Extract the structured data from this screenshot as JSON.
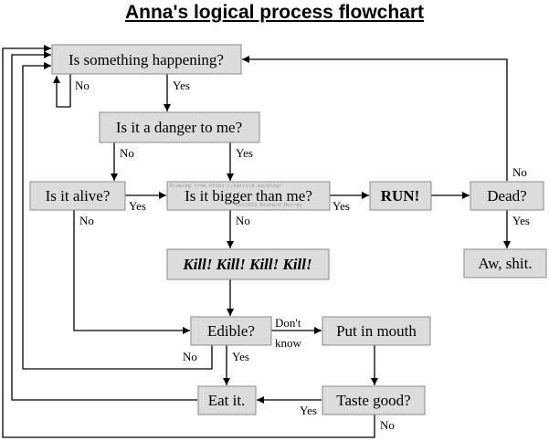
{
  "title": "Anna's logical process flowchart",
  "watermark": {
    "line1": "Drawing from https://barrick.eu/blog/",
    "line2": "(c)2023 Richard Murray"
  },
  "nodes": {
    "happening": "Is something happening?",
    "danger": "Is it a danger to me?",
    "alive": "Is it alive?",
    "bigger": "Is it bigger than me?",
    "run": "RUN!",
    "dead": "Dead?",
    "kill": "Kill! Kill! Kill! Kill!",
    "aw": "Aw, shit.",
    "edible": "Edible?",
    "mouth": "Put in mouth",
    "eat": "Eat it.",
    "taste": "Taste good?"
  },
  "edge_labels": {
    "happening_no": "No",
    "happening_yes": "Yes",
    "danger_no": "No",
    "danger_yes": "Yes",
    "alive_yes": "Yes",
    "alive_no": "No",
    "bigger_yes": "Yes",
    "bigger_no": "No",
    "dead_no": "No",
    "dead_yes": "Yes",
    "edible_dont_1": "Don't",
    "edible_dont_2": "know",
    "edible_no": "No",
    "edible_yes": "Yes",
    "taste_yes": "Yes",
    "taste_no": "No"
  }
}
